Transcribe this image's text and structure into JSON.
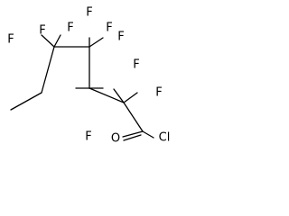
{
  "molecule": {
    "atoms": {
      "f_c3_left": "F",
      "f_c3_right": "F",
      "f_c4_top": "F",
      "f_c4_right": "F",
      "f_c5_left": "F",
      "f_c5_right": "F",
      "f_c6_left": "F",
      "f_c6_right": "F",
      "o_carbonyl": "O",
      "cl_acyl": "Cl"
    }
  }
}
